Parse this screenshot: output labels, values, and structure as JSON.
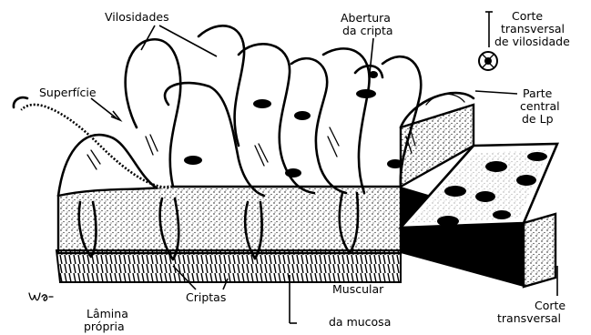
{
  "labels": {
    "vilosidades": "Vilosidades",
    "abertura_l1": "Abertura",
    "abertura_l2": "da cripta",
    "corte_vil_l1": "Corte",
    "corte_vil_l2": "transversal",
    "corte_vil_l3": "de vilosidade",
    "superficie": "Superfície",
    "parte_l1": "Parte",
    "parte_l2": "central",
    "parte_l3": "de Lp",
    "criptas": "Criptas",
    "muscular_l1": "Muscular",
    "muscular_l2": "da mucosa",
    "corte_tr_l1": "Corte",
    "corte_tr_l2": "transversal",
    "lamina_l1": "Lâmina",
    "lamina_l2": "própria"
  },
  "signature": "ws"
}
